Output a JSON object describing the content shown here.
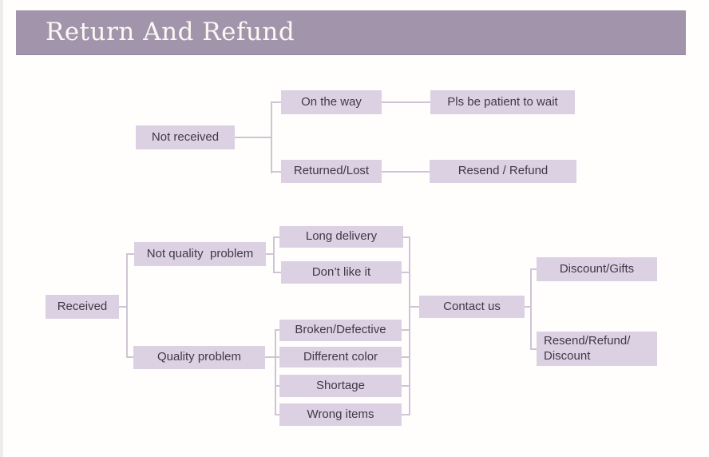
{
  "header": {
    "title": "Return And Refund"
  },
  "flowchart": {
    "top_tree": {
      "root": "Not received",
      "branches": [
        {
          "condition": "On the way",
          "action": "Pls be patient to wait"
        },
        {
          "condition": "Returned/Lost",
          "action": "Resend / Refund"
        }
      ]
    },
    "bottom_tree": {
      "root": "Received",
      "categories": [
        {
          "label": "Not quality  problem",
          "reasons": [
            "Long delivery",
            "Don’t like it"
          ]
        },
        {
          "label": "Quality problem",
          "reasons": [
            "Broken/Defective",
            "Different color",
            "Shortage",
            "Wrong items"
          ]
        }
      ],
      "contact": "Contact us",
      "outcomes": [
        "Discount/Gifts",
        "Resend/Refund/\nDiscount"
      ]
    }
  },
  "colors": {
    "header_bar": "#a294ab",
    "header_text": "#fbf8f3",
    "node_fill": "#dcd1e2",
    "node_text": "#3f3847",
    "connector": "#cfc4d6",
    "page_bg": "#fffefc"
  }
}
